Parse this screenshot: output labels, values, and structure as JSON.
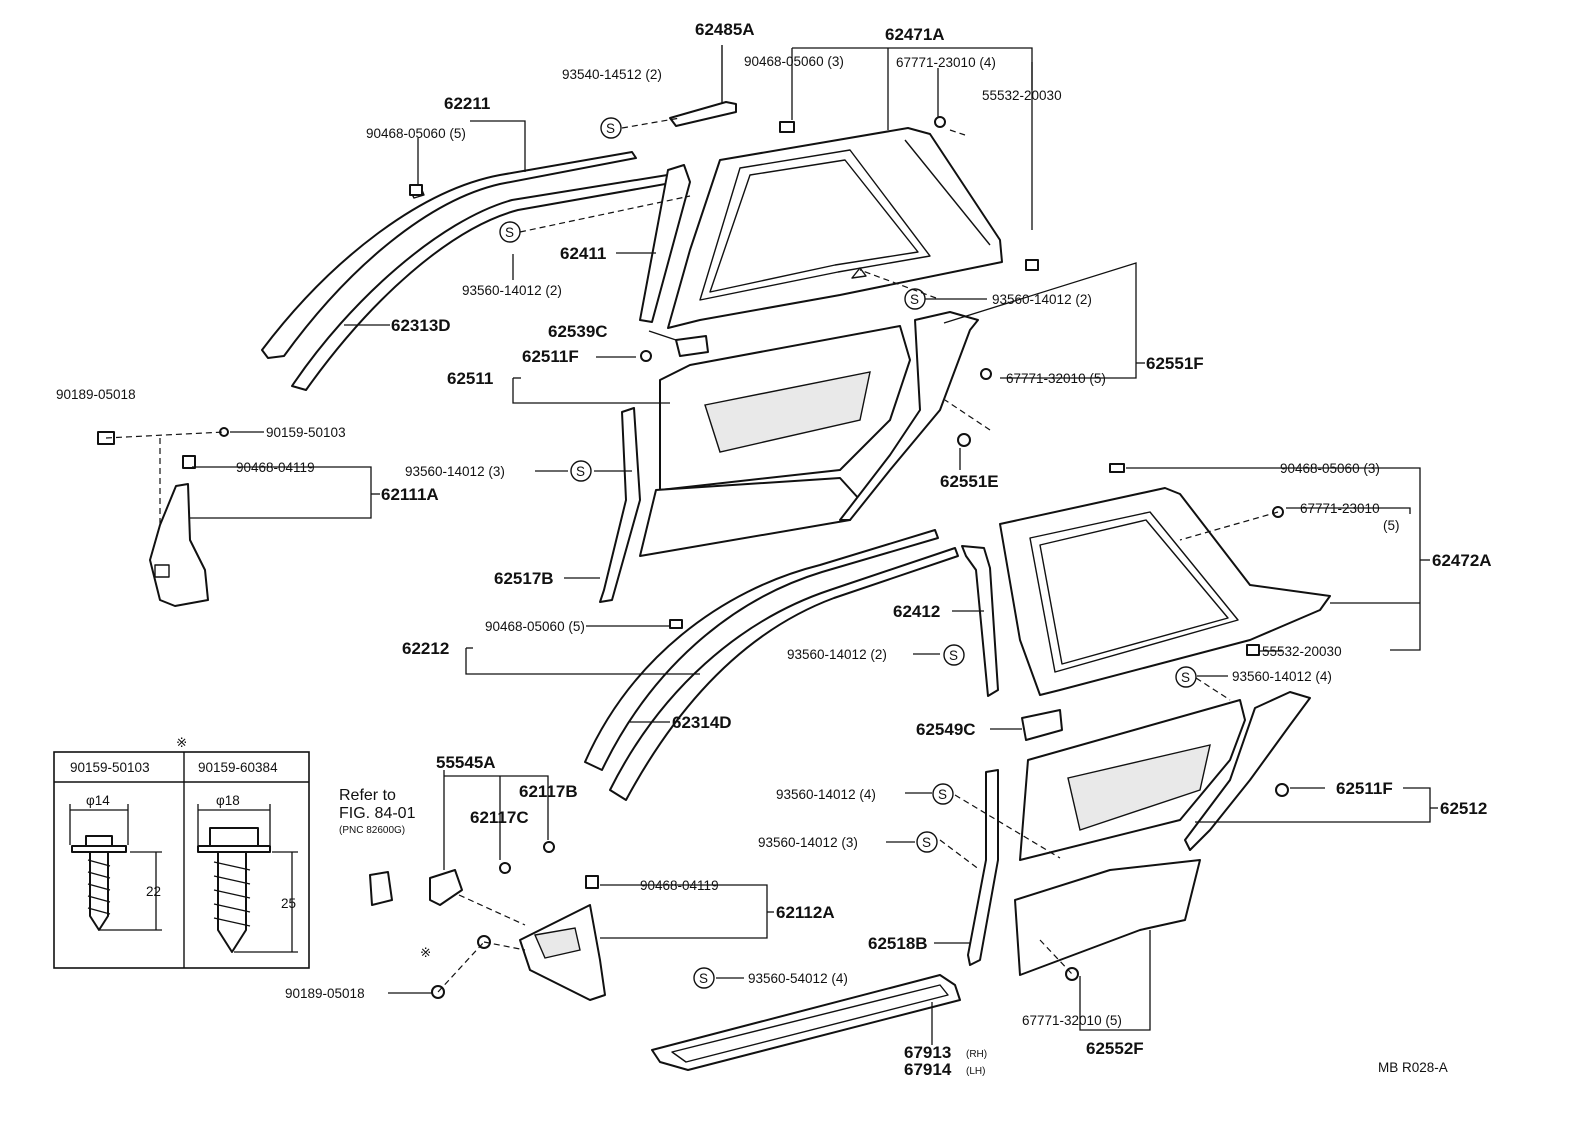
{
  "labels": {
    "l62485A": "62485A",
    "l62471A": "62471A",
    "l93540": "93540-14512 (2)",
    "l90468_top": "90468-05060 (3)",
    "l67771_23010_4": "67771-23010 (4)",
    "l55532_top": "55532-20030",
    "l62211": "62211",
    "l90468_5": "90468-05060 (5)",
    "l62411": "62411",
    "l93560_a": "93560-14012 (2)",
    "l93560_b": "93560-14012 (2)",
    "l62313D": "62313D",
    "l62539C": "62539C",
    "l62511F_a": "62511F",
    "l62511": "62511",
    "l62551F": "62551F",
    "l67771_32010_a": "67771-32010 (5)",
    "l90189_a": "90189-05018",
    "l90159": "90159-50103",
    "l90468_04119_a": "90468-04119",
    "l62111A": "62111A",
    "l93560_c": "93560-14012 (3)",
    "l62551E": "62551E",
    "l90468_right": "90468-05060 (3)",
    "l67771_23010_5": "67771-23010",
    "l67771_23010_5b": "(5)",
    "l62472A": "62472A",
    "l62517B": "62517B",
    "l62412": "62412",
    "l62212": "62212",
    "l90468_mid": "90468-05060 (5)",
    "l93560_d": "93560-14012 (2)",
    "l55532_right": "55532-20030",
    "l93560_e": "93560-14012 (4)",
    "l62314D": "62314D",
    "l62549C": "62549C",
    "l55545A": "55545A",
    "l62117B": "62117B",
    "l62117C": "62117C",
    "l93560_f": "93560-14012 (4)",
    "l62511F_b": "62511F",
    "l62512": "62512",
    "l93560_g": "93560-14012 (3)",
    "l90468_04119_b": "90468-04119",
    "l62112A": "62112A",
    "l62518B": "62518B",
    "l93560_54012": "93560-54012 (4)",
    "l90189_b": "90189-05018",
    "l67771_32010_b": "67771-32010 (5)",
    "l62552F": "62552F",
    "l67913": "67913",
    "l67913s": "(RH)",
    "l67914": "67914",
    "l67914s": "(LH)",
    "refer1": "Refer to",
    "refer2": "FIG. 84-01",
    "refer3": "(PNC 82600G)",
    "code": "MB  R028-A",
    "s": "S",
    "asterisk": "※"
  },
  "table": {
    "col1": "90159-50103",
    "col2": "90159-60384",
    "d1": "φ14",
    "d2": "φ18",
    "len1": "22",
    "len2": "25"
  }
}
